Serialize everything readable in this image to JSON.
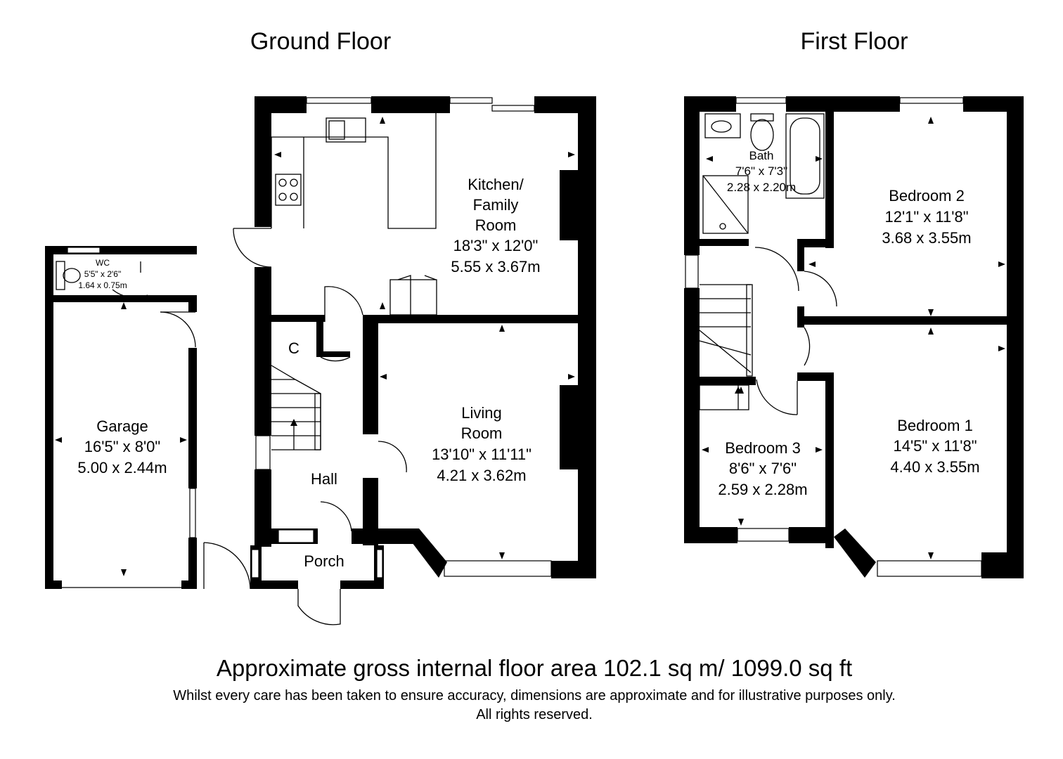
{
  "floors": {
    "ground": {
      "title": "Ground Floor"
    },
    "first": {
      "title": "First Floor"
    }
  },
  "rooms": {
    "kitchen": {
      "name_l1": "Kitchen/",
      "name_l2": "Family",
      "name_l3": "Room",
      "imperial": "18'3\" x 12'0\"",
      "metric": "5.55 x 3.67m"
    },
    "living": {
      "name_l1": "Living",
      "name_l2": "Room",
      "imperial": "13'10\" x 11'11\"",
      "metric": "4.21 x 3.62m"
    },
    "garage": {
      "name": "Garage",
      "imperial": "16'5\" x 8'0\"",
      "metric": "5.00 x 2.44m"
    },
    "wc": {
      "name": "WC",
      "imperial": "5'5\" x 2'6\"",
      "metric": "1.64 x 0.75m"
    },
    "hall": {
      "name": "Hall"
    },
    "porch": {
      "name": "Porch"
    },
    "cupboard": {
      "name": "C"
    },
    "bath": {
      "name": "Bath",
      "imperial": "7'6\" x 7'3\"",
      "metric": "2.28 x 2.20m"
    },
    "bedroom2": {
      "name": "Bedroom 2",
      "imperial": "12'1\" x 11'8\"",
      "metric": "3.68 x 3.55m"
    },
    "bedroom1": {
      "name": "Bedroom 1",
      "imperial": "14'5\" x 11'8\"",
      "metric": "4.40 x 3.55m"
    },
    "bedroom3": {
      "name": "Bedroom 3",
      "imperial": "8'6\" x 7'6\"",
      "metric": "2.59 x 2.28m"
    }
  },
  "footer": {
    "area": "Approximate gross internal floor area 102.1 sq m/ 1099.0 sq ft",
    "disclaimer": "Whilst every care has been taken to ensure accuracy, dimensions are approximate and for illustrative purposes only.",
    "rights": "All rights reserved."
  }
}
